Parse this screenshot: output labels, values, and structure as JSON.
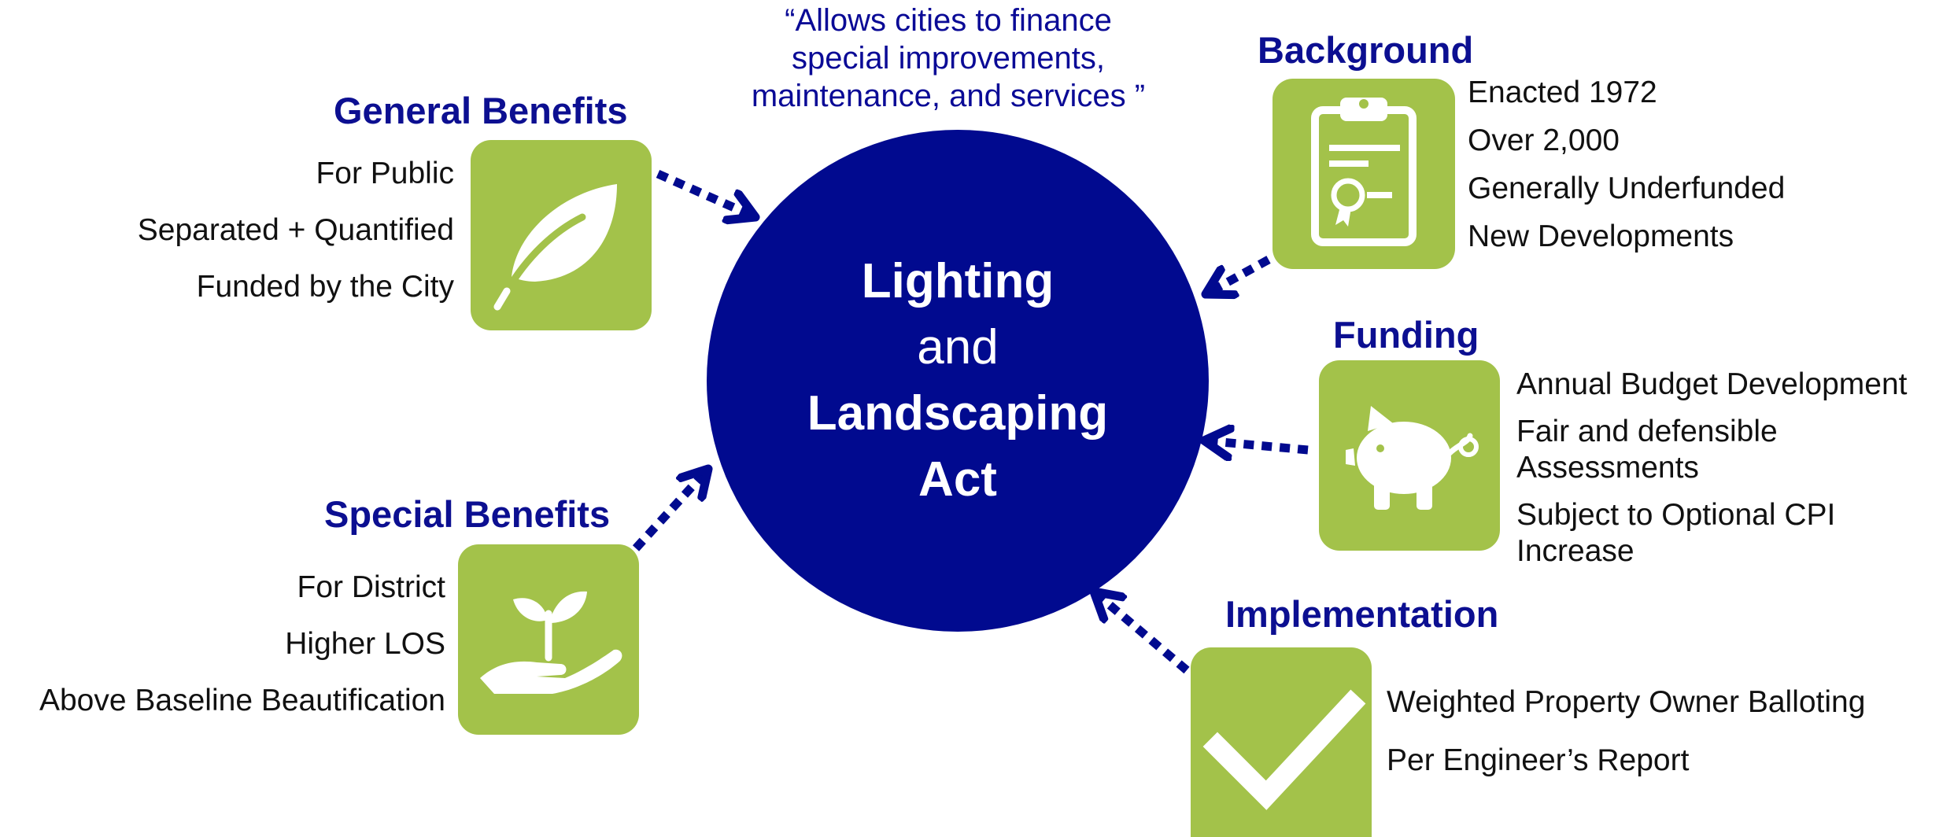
{
  "quote": {
    "line1": "“Allows cities to finance",
    "line2": "special improvements,",
    "line3": "maintenance, and services ”"
  },
  "center": {
    "line1": "Lighting",
    "line2": "and",
    "line3": "Landscaping",
    "line4": "Act"
  },
  "general": {
    "title": "General Benefits",
    "icon": "leaf-icon",
    "items": [
      "For Public",
      "Separated + Quantified",
      "Funded by the City"
    ]
  },
  "special": {
    "title": "Special Benefits",
    "icon": "hand-sprout-icon",
    "items": [
      "For District",
      "Higher LOS",
      "Above Baseline Beautification"
    ]
  },
  "background": {
    "title": "Background",
    "icon": "clipboard-certificate-icon",
    "items": [
      "Enacted 1972",
      "Over 2,000",
      "Generally Underfunded",
      "New Developments"
    ]
  },
  "funding": {
    "title": "Funding",
    "icon": "piggy-bank-icon",
    "items": [
      "Annual Budget Development",
      "Fair and defensible",
      "Assessments",
      "Subject to Optional CPI",
      "Increase"
    ]
  },
  "implementation": {
    "title": "Implementation",
    "icon": "checkmark-icon",
    "items": [
      "Weighted Property Owner Balloting",
      "Per Engineer’s Report"
    ]
  },
  "colors": {
    "navy": "#010a8f",
    "heading": "#0c0f91",
    "green": "#a3c24a"
  }
}
